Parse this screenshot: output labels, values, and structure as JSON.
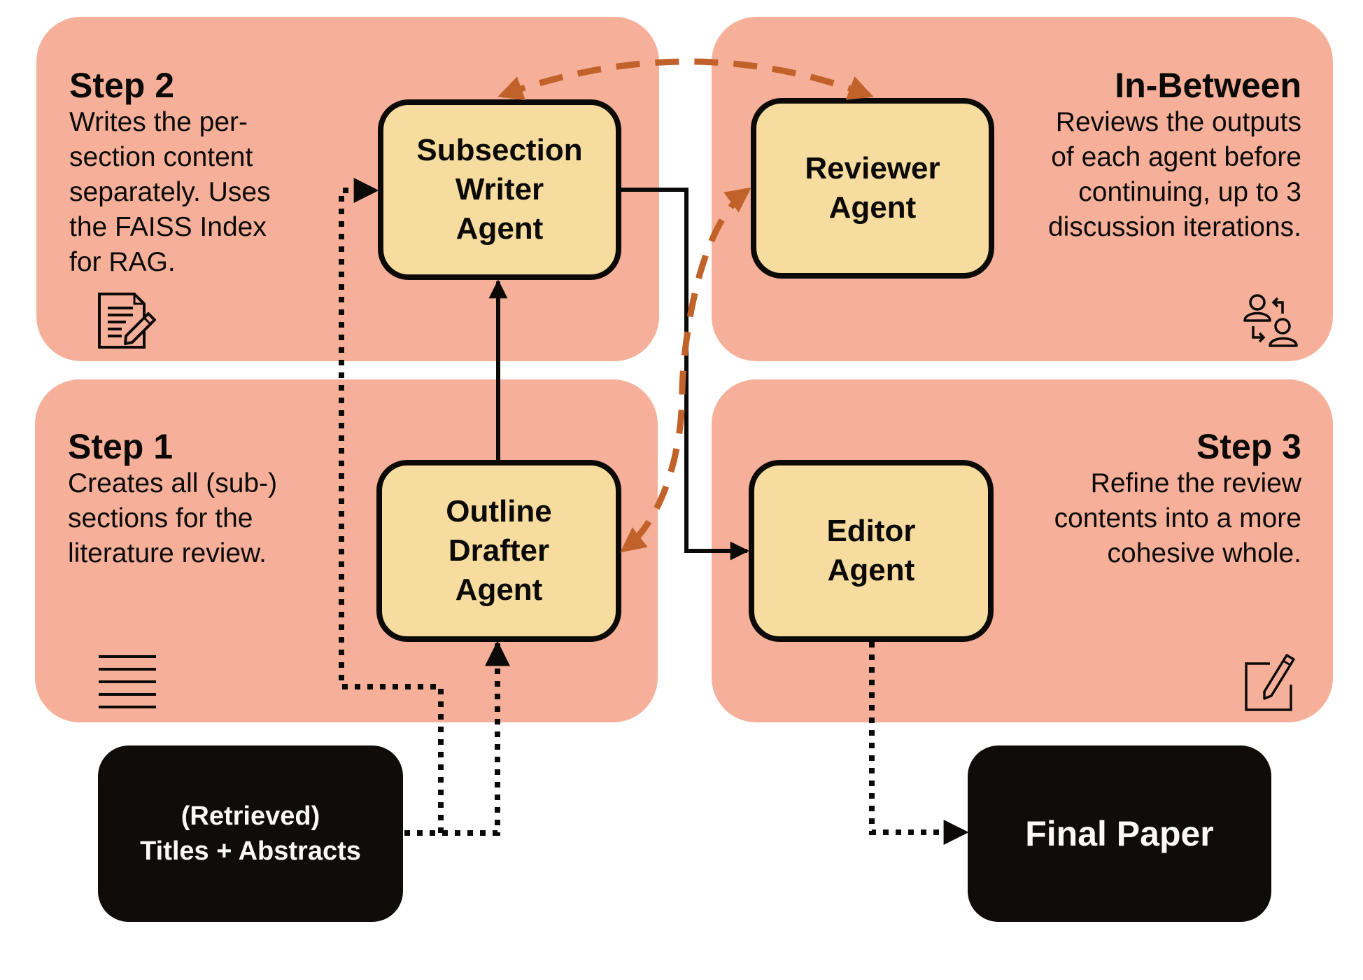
{
  "colors": {
    "panel": "#f6b099",
    "agent": "#f6dc9e",
    "io_box": "#100c0a",
    "feedback_arrow": "#c0622a",
    "flow_arrow": "#0c0a09"
  },
  "panels": {
    "step2": {
      "title": "Step 2",
      "description": "Writes the per-\nsection content\nseparately. Uses\nthe FAISS Index\nfor RAG.",
      "icon": "document-edit-icon"
    },
    "in_between": {
      "title": "In-Between",
      "description": "Reviews the outputs\nof each agent before\ncontinuing, up to 3\ndiscussion iterations.",
      "icon": "user-exchange-icon"
    },
    "step1": {
      "title": "Step 1",
      "description": "Creates all (sub-)\nsections for the\nliterature review.",
      "icon": "lines-icon"
    },
    "step3": {
      "title": "Step 3",
      "description": "Refine the review\ncontents into a more\ncohesive whole.",
      "icon": "edit-square-icon"
    }
  },
  "agents": {
    "subsection_writer": "Subsection\nWriter\nAgent",
    "reviewer": "Reviewer\nAgent",
    "outline_drafter": "Outline\nDrafter\nAgent",
    "editor": "Editor\nAgent"
  },
  "io": {
    "input": "(Retrieved)\nTitles + Abstracts",
    "output": "Final Paper"
  },
  "connections": [
    {
      "from": "input",
      "to": "outline_drafter",
      "style": "dotted"
    },
    {
      "from": "input",
      "to": "subsection_writer",
      "style": "dotted"
    },
    {
      "from": "outline_drafter",
      "to": "subsection_writer",
      "style": "solid"
    },
    {
      "from": "subsection_writer",
      "to": "editor",
      "style": "solid"
    },
    {
      "from": "editor",
      "to": "output",
      "style": "dotted"
    },
    {
      "from": "reviewer",
      "to": "subsection_writer",
      "style": "dashed",
      "bidirectional": true
    },
    {
      "from": "reviewer",
      "to": "outline_drafter",
      "style": "dashed",
      "bidirectional": true
    }
  ]
}
